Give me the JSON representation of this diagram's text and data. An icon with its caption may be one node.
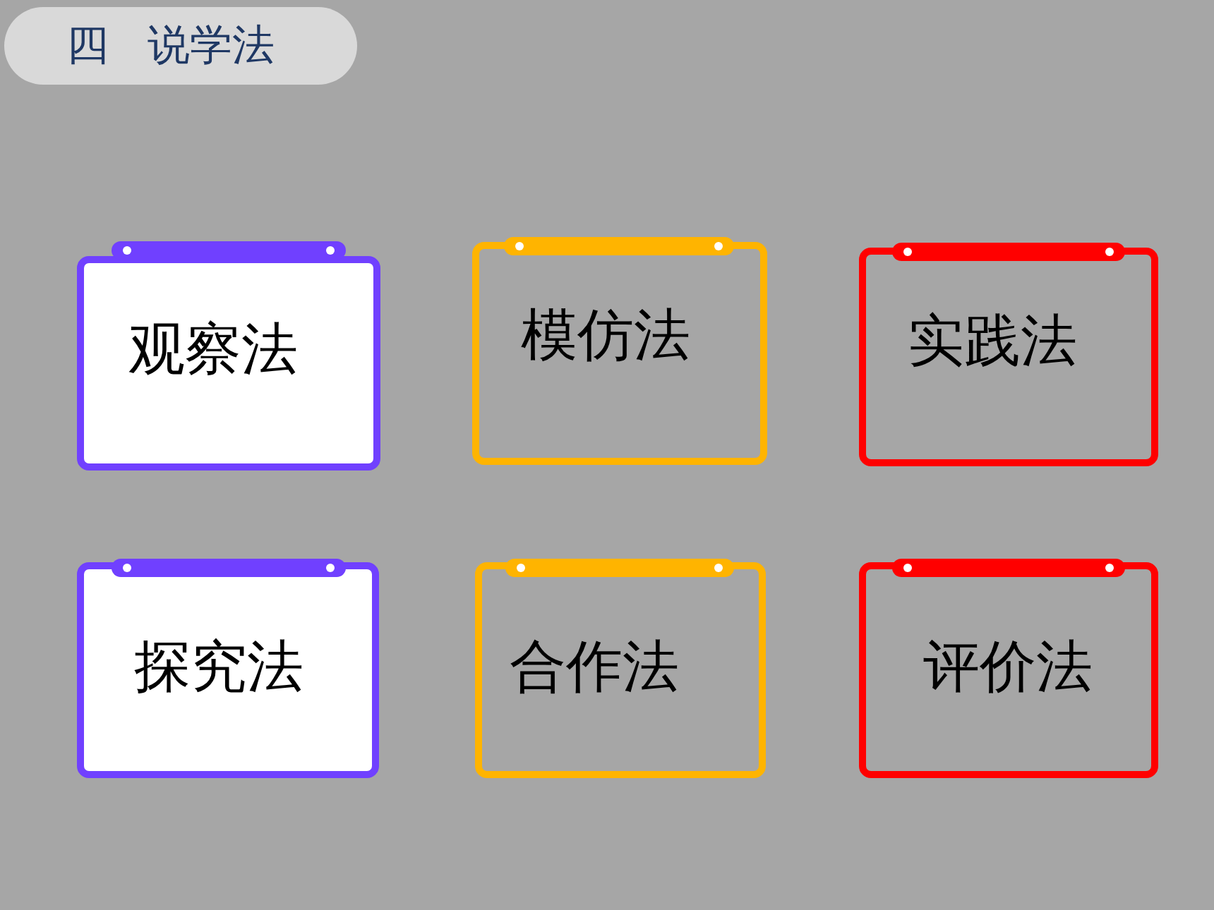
{
  "diagram": {
    "title": "四 说学法",
    "nodes": [
      {
        "text": [
          "观察法"
        ]
      },
      {
        "text": [
          "模仿法"
        ]
      },
      {
        "text": [
          "实践法"
        ]
      },
      {
        "text": [
          "探究法"
        ]
      },
      {
        "text": [
          "合作法"
        ]
      },
      {
        "text": [
          "评价法"
        ]
      }
    ]
  }
}
